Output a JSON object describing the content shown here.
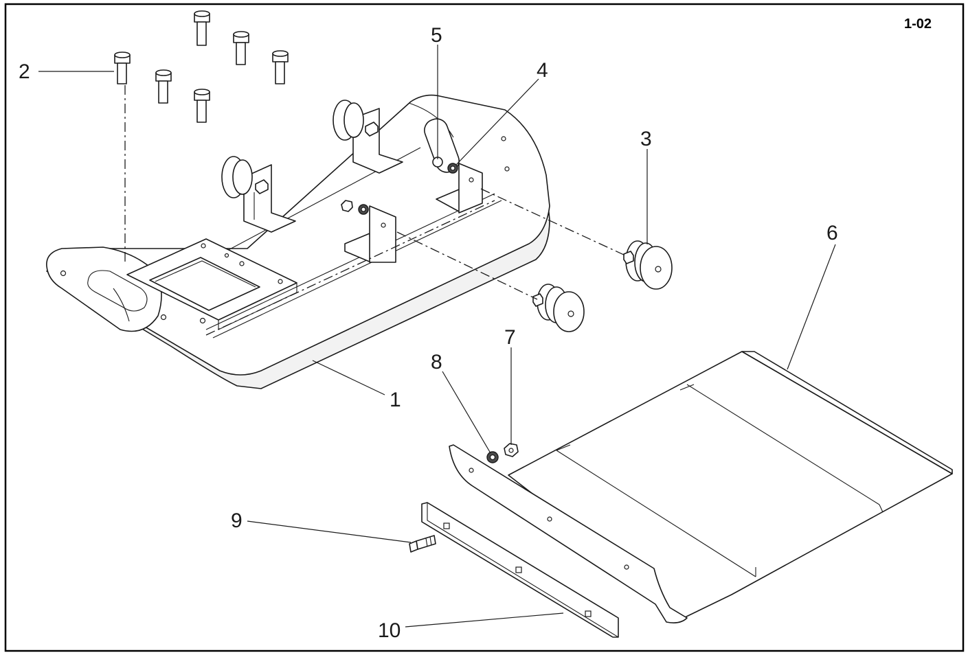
{
  "diagram": {
    "page_id": "1-02",
    "callouts": [
      {
        "label": "1"
      },
      {
        "label": "2"
      },
      {
        "label": "3"
      },
      {
        "label": "4"
      },
      {
        "label": "5"
      },
      {
        "label": "6"
      },
      {
        "label": "7"
      },
      {
        "label": "8"
      },
      {
        "label": "9"
      },
      {
        "label": "10"
      }
    ]
  }
}
